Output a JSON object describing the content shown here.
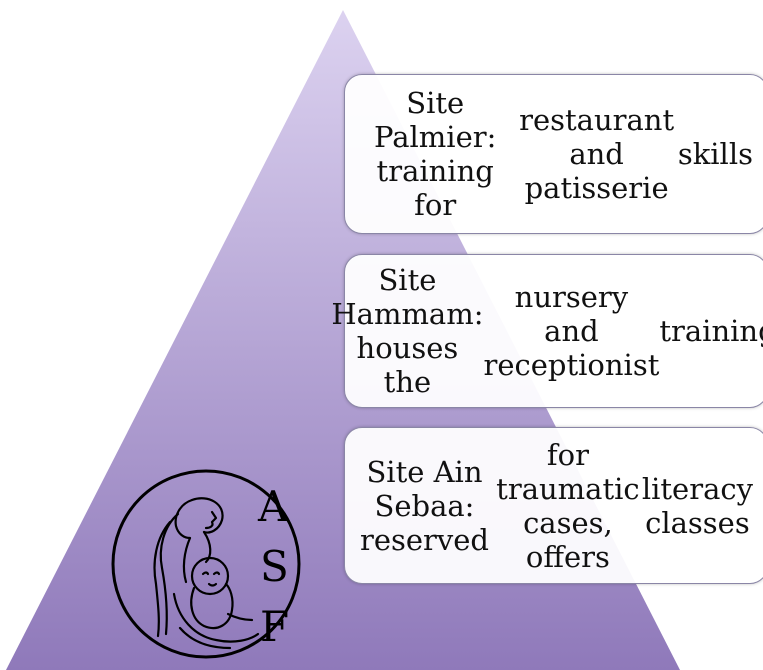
{
  "colors": {
    "pyramid_top": "#dcd2f0",
    "pyramid_bottom": "#8f79ba",
    "box_fill": "#ffffff",
    "box_border": "#8a86a6"
  },
  "boxes": [
    {
      "lines": [
        "Site Palmier: training for",
        "restaurant and patisserie",
        "skills"
      ]
    },
    {
      "lines": [
        "Site Hammam: houses the",
        "nursery and receptionist",
        "training"
      ]
    },
    {
      "lines": [
        "Site Ain Sebaa: reserved",
        "for traumatic cases, offers",
        "literacy classes"
      ]
    }
  ],
  "logo": {
    "letters": [
      "A",
      "S",
      "F"
    ],
    "icon": "mother-and-child-icon"
  }
}
